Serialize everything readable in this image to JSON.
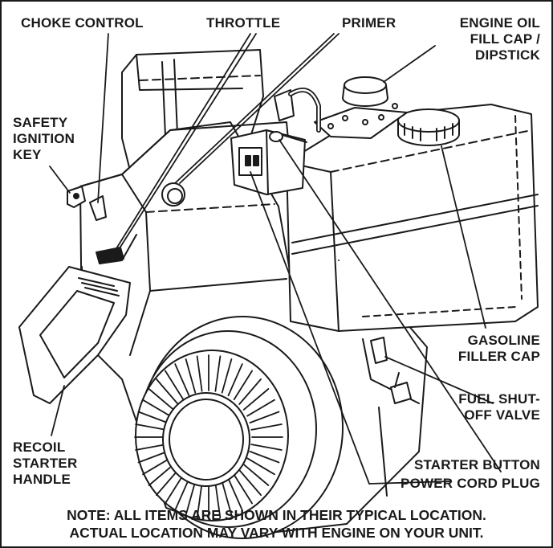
{
  "labels": {
    "choke_control": "CHOKE CONTROL",
    "throttle": "THROTTLE",
    "primer": "PRIMER",
    "engine_oil_fill_cap": [
      "ENGINE OIL",
      "FILL CAP /",
      "DIPSTICK"
    ],
    "safety_ignition_key": [
      "SAFETY",
      "IGNITION",
      "KEY"
    ],
    "gasoline_filler_cap": [
      "GASOLINE",
      "FILLER CAP"
    ],
    "fuel_shutoff_valve": [
      "FUEL SHUT-",
      "OFF VALVE"
    ],
    "starter_button": "STARTER BUTTON",
    "recoil_starter_handle": [
      "RECOIL",
      "STARTER",
      "HANDLE"
    ],
    "power_cord_plug": "POWER CORD PLUG"
  },
  "note": [
    "NOTE:  ALL ITEMS ARE SHOWN IN THEIR TYPICAL LOCATION.",
    "ACTUAL LOCATION MAY VARY WITH ENGINE ON YOUR UNIT."
  ],
  "colors": {
    "ink": "#1a1a1a",
    "paper": "#ffffff"
  }
}
